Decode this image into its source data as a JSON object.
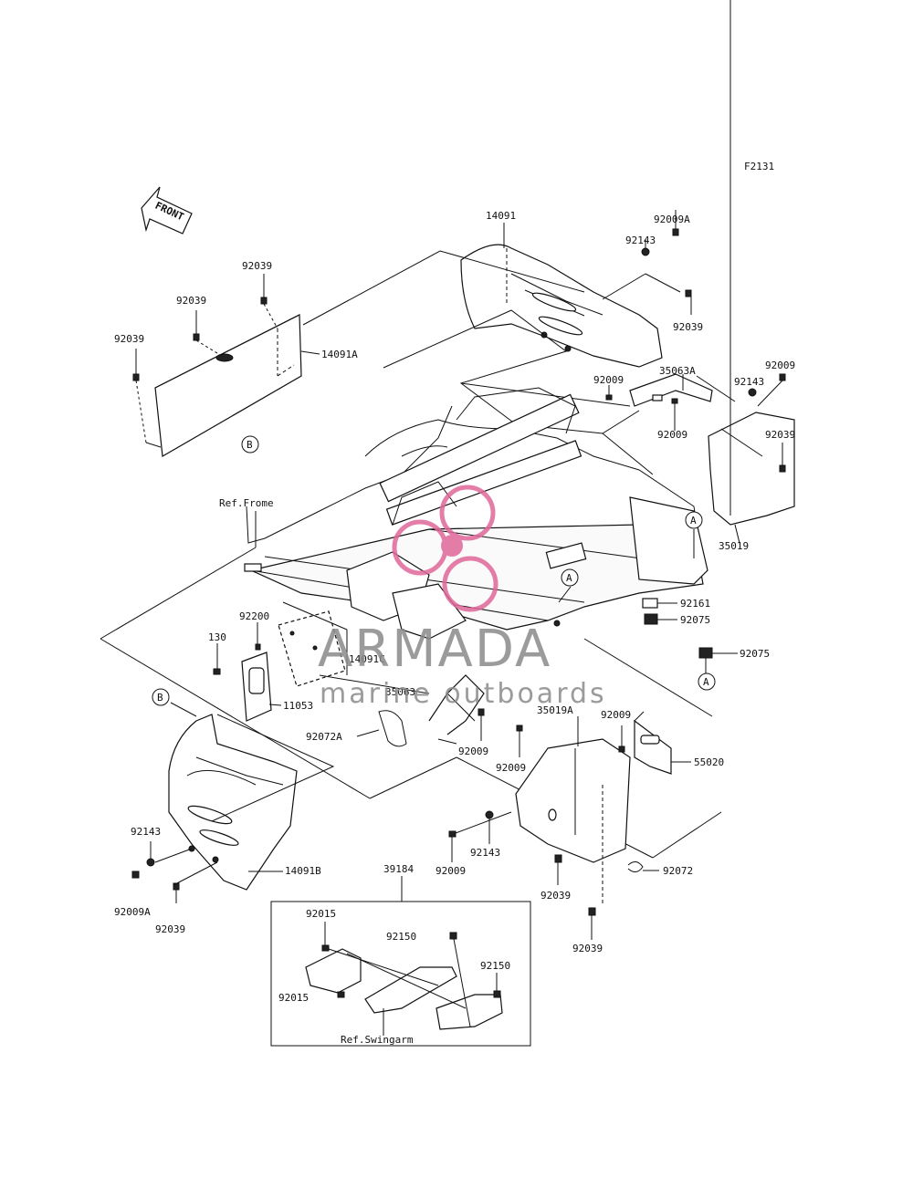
{
  "diagram_code": "F2131",
  "front_label": "FRONT",
  "watermark": {
    "brand": "ARMADA",
    "tagline": "marine outboards",
    "logo_color": "#e0689a",
    "text_color": "#8a8a8a"
  },
  "ref_labels": {
    "frame": "Ref.Frome",
    "swingarm": "Ref.Swingarm"
  },
  "ref_markers": [
    "A",
    "B"
  ],
  "part_labels": [
    "14091",
    "92009A",
    "92143",
    "92039",
    "92039",
    "92039",
    "92039",
    "14091A",
    "92009",
    "35063A",
    "92143",
    "92009",
    "92039",
    "92009",
    "35019",
    "92161",
    "92075",
    "92075",
    "92200",
    "130",
    "14091C",
    "11053",
    "35063",
    "92072A",
    "92009",
    "92009",
    "35019A",
    "92009",
    "55020",
    "92143",
    "92009",
    "92039",
    "92072",
    "92039",
    "92143",
    "92009A",
    "92039",
    "14091B",
    "39184",
    "92015",
    "92150",
    "92150",
    "92015"
  ]
}
